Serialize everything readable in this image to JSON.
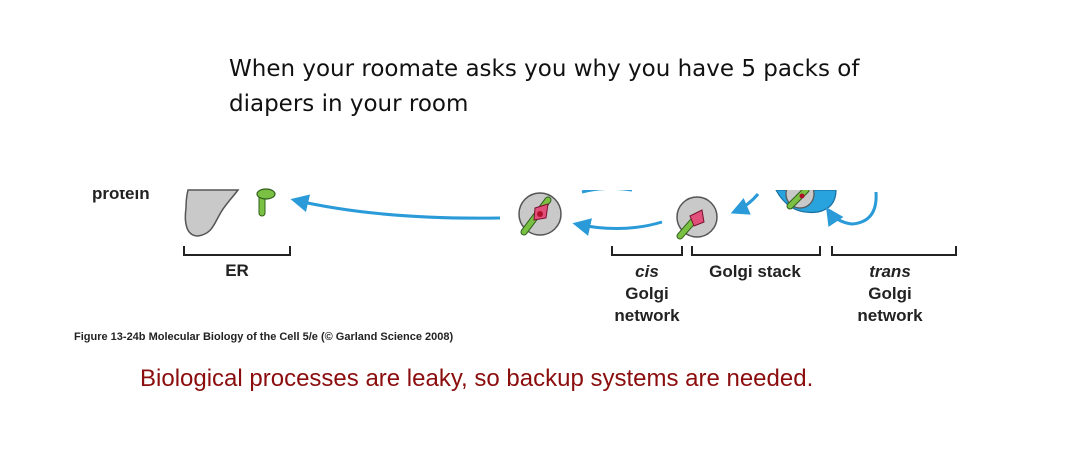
{
  "meme": {
    "line1": "When your roomate asks you why you have 5 packs of",
    "line2": "diapers in your room"
  },
  "diagram": {
    "cut_label": "protein",
    "labels": {
      "er": "ER",
      "cis": "cis",
      "cis_golgi": "Golgi",
      "cis_network": "network",
      "golgi_stack": "Golgi stack",
      "trans": "trans",
      "trans_golgi": "Golgi",
      "trans_network": "network"
    },
    "colors": {
      "arrow": "#2a9bd8",
      "organelle": "#c9c9c9",
      "receptor": "#7ac143",
      "cargo": "#e0507a",
      "trans_cisterna": "#29a3dd"
    }
  },
  "caption": "Figure 13-24b Molecular Biology of the Cell 5/e (© Garland Science 2008)",
  "footer": "Biological processes are leaky, so backup systems are needed."
}
